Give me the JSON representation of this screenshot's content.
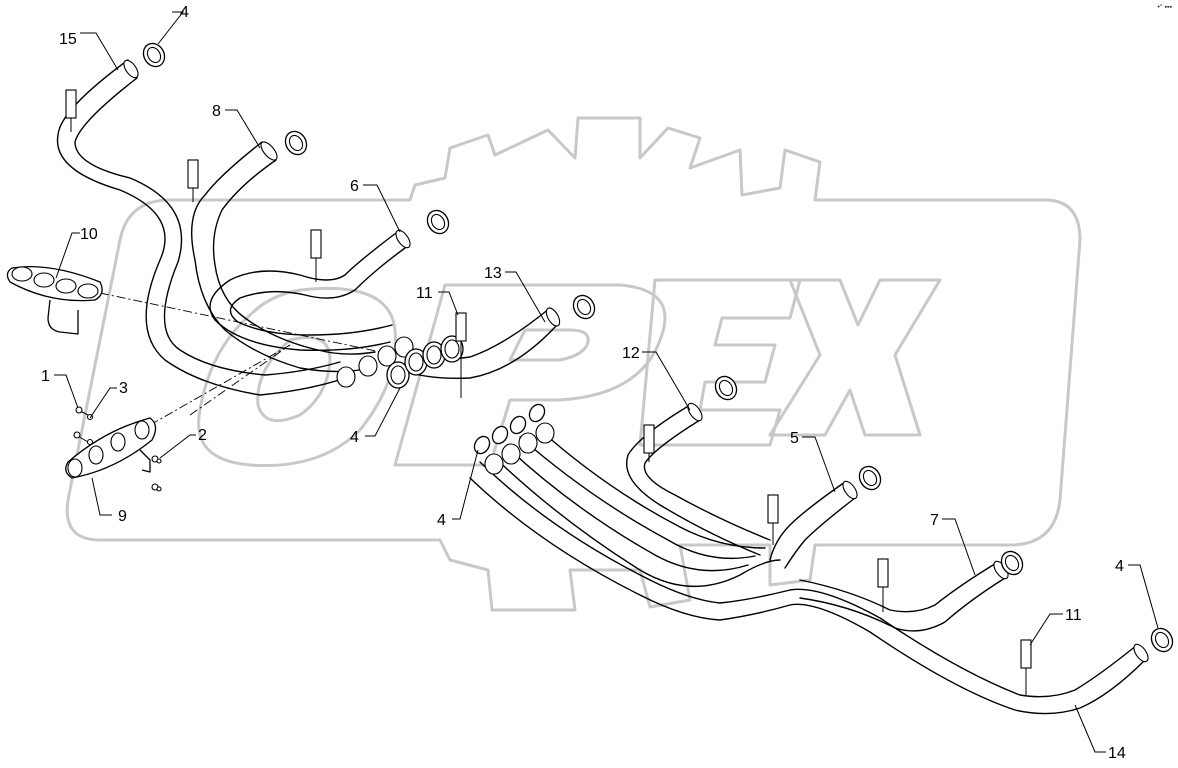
{
  "figure": {
    "corner_mark": "•° ▪▪▪",
    "watermark_text": "OPEX",
    "callouts": [
      {
        "id": "c1",
        "label": "1"
      },
      {
        "id": "c2",
        "label": "2"
      },
      {
        "id": "c3",
        "label": "3"
      },
      {
        "id": "c4a",
        "label": "4"
      },
      {
        "id": "c4b",
        "label": "4"
      },
      {
        "id": "c4c",
        "label": "4"
      },
      {
        "id": "c4d",
        "label": "4"
      },
      {
        "id": "c5",
        "label": "5"
      },
      {
        "id": "c6",
        "label": "6"
      },
      {
        "id": "c7",
        "label": "7"
      },
      {
        "id": "c8",
        "label": "8"
      },
      {
        "id": "c9",
        "label": "9"
      },
      {
        "id": "c10",
        "label": "10"
      },
      {
        "id": "c11a",
        "label": "11"
      },
      {
        "id": "c11b",
        "label": "11"
      },
      {
        "id": "c12",
        "label": "12"
      },
      {
        "id": "c13",
        "label": "13"
      },
      {
        "id": "c14",
        "label": "14"
      },
      {
        "id": "c15",
        "label": "15"
      }
    ]
  }
}
